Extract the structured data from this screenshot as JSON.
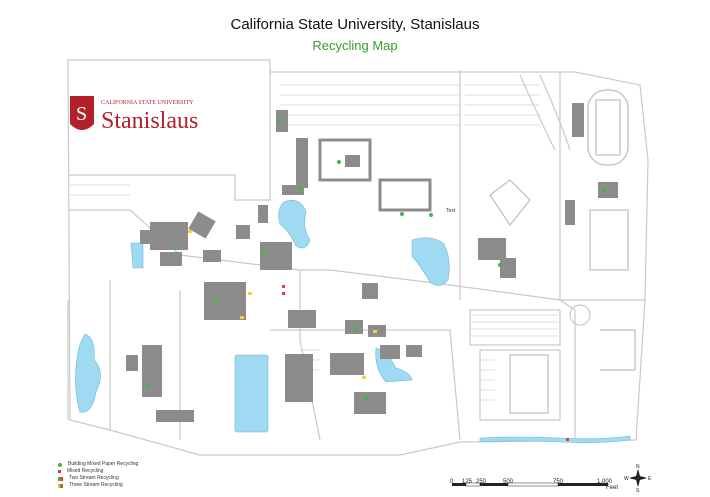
{
  "map": {
    "title": "California State University, Stanislaus",
    "subtitle": "Recycling Map",
    "subtitle_color": "#3a9b2f",
    "logo": {
      "line1": "CALIFORNIA STATE UNIVERSITY",
      "line2": "Stanislaus",
      "color": "#b3202a"
    },
    "building_label": "Text",
    "legend": [
      {
        "label": "Building Mixed Paper Recycling",
        "symbol": "green-dot"
      },
      {
        "label": "Mixed Recycling",
        "symbol": "red-square"
      },
      {
        "label": "Two Stream Recycling",
        "symbol": "green-red-square"
      },
      {
        "label": "Three Stream Recycling",
        "symbol": "yellow-green-red-square"
      }
    ],
    "scale_bar": {
      "labels": [
        "0",
        "125",
        "250",
        "500",
        "750",
        "1,000"
      ],
      "unit": "Feet"
    },
    "compass": {
      "n": "N",
      "s": "S",
      "e": "E",
      "w": "W"
    },
    "colors": {
      "building": "#8c8c8c",
      "water": "#9fd9f2",
      "road": "#c8c8c8",
      "paper_dot": "#4caf50",
      "mixed": "#e53935",
      "stream_yellow": "#f2d43a"
    }
  }
}
